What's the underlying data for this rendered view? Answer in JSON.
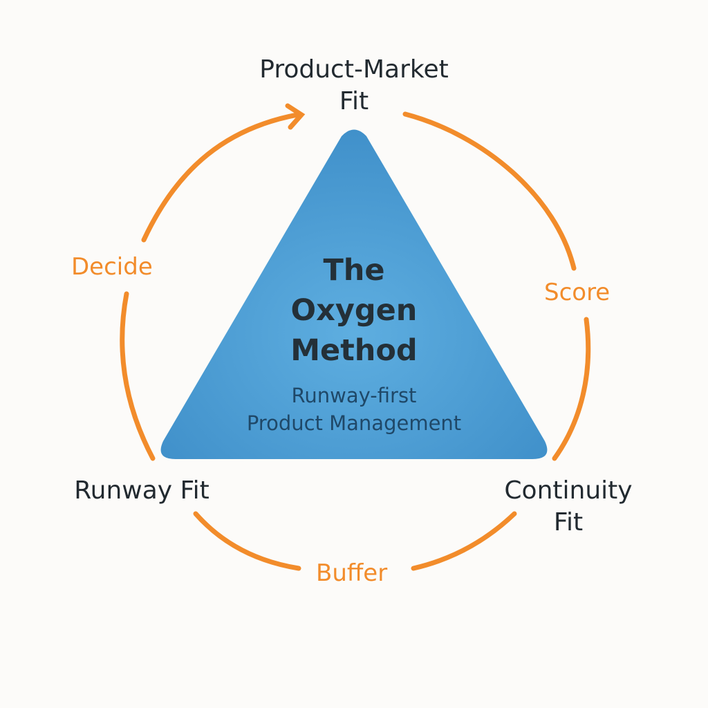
{
  "diagram": {
    "center": {
      "title_lines": [
        "The",
        "Oxygen",
        "Method"
      ],
      "subtitle_lines": [
        "Runway-first",
        "Product Management"
      ]
    },
    "nodes": {
      "top": {
        "lines": [
          "Product-Market",
          "Fit"
        ]
      },
      "bottom_left": {
        "lines": [
          "Runway Fit"
        ]
      },
      "bottom_right": {
        "lines": [
          "Continuity",
          "Fit"
        ]
      }
    },
    "steps": {
      "left": "Decide",
      "right": "Score",
      "bottom": "Buffer"
    },
    "colors": {
      "cycle_orange": "#f28c2b",
      "triangle_blue": "#4a9bd4",
      "text_dark": "#222a30",
      "subtitle_blue": "#1f4868"
    }
  }
}
